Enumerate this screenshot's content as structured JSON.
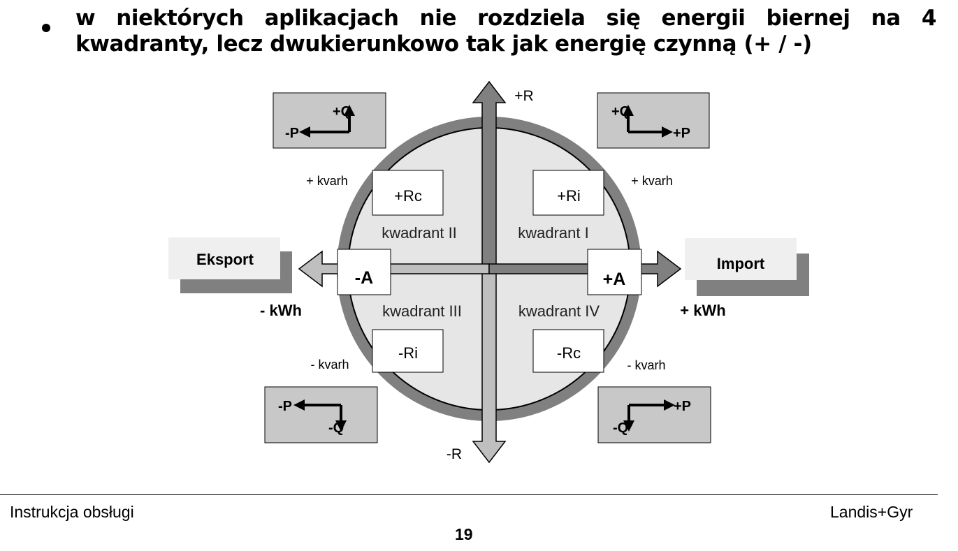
{
  "bullet": {
    "text": "w niektórych aplikacjach nie rozdziela się energii biernej na 4 kwadranty, lecz dwukierunkowo tak jak energię czynną (+ / -)"
  },
  "diagram": {
    "axis_top": "+R",
    "axis_bottom": "-R",
    "export_label": "Eksport",
    "import_label": "Import",
    "minus_kwh": "- kWh",
    "plus_kwh": "+ kWh",
    "plus_kvarh_left": "+ kvarh",
    "plus_kvarh_right": "+ kvarh",
    "minus_kvarh_left": "- kvarh",
    "minus_kvarh_right": "- kvarh",
    "minus_A": "-A",
    "plus_A": "+A",
    "quadrants": {
      "q1": {
        "name": "kwadrant I",
        "register": "+Ri",
        "p": "+P",
        "q": "+Q"
      },
      "q2": {
        "name": "kwadrant II",
        "register": "+Rc",
        "p": "-P",
        "q": "+Q"
      },
      "q3": {
        "name": "kwadrant III",
        "register": "-Ri",
        "p": "-P",
        "q": "-Q"
      },
      "q4": {
        "name": "kwadrant IV",
        "register": "-Rc",
        "p": "+P",
        "q": "-Q"
      }
    },
    "colors": {
      "dark_gray": "#808080",
      "light_gray": "#bfbfbf",
      "circle_fill": "#e6e6e6",
      "box_fill": "#c8c8c8"
    }
  },
  "footer": {
    "left": "Instrukcja obsługi",
    "right": "Landis+Gyr",
    "page_number": "19"
  }
}
